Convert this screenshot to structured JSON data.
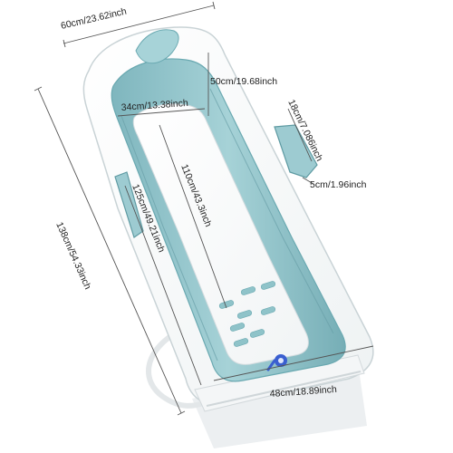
{
  "product": {
    "colors": {
      "shell": "#ffffff",
      "shell_edge": "#c9d3d6",
      "liner": "#8fc3c9",
      "liner_dark": "#6aa9b1",
      "accent_blue": "#3a5fd0",
      "rug": "#e9ecef"
    }
  },
  "dimensions": {
    "top_width": "60cm/23.62inch",
    "depth": "50cm/19.68inch",
    "inner_width": "34cm/13.38inch",
    "handle_height": "18cm/7.086inch",
    "handle_depth": "5cm/1.96inch",
    "inner_length": "110cm/43.3inch",
    "inner_length_2": "125cm/49.21inch",
    "total_length": "138cm/54.33inch",
    "bottom_width": "48cm/18.89inch"
  }
}
